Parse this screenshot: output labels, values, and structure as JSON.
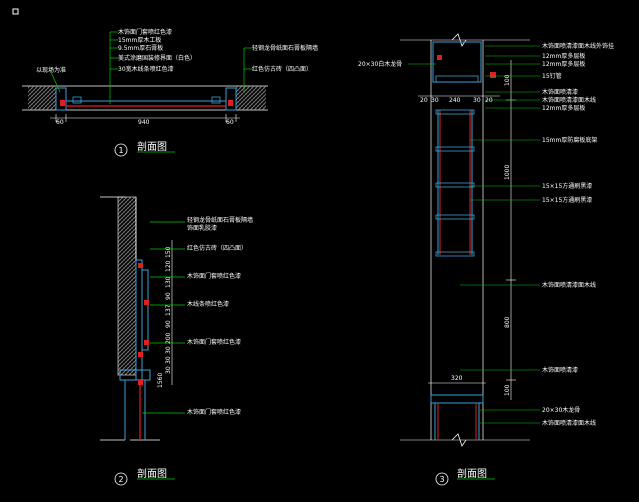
{
  "colors": {
    "background": "#000000",
    "wall": "#ffffff",
    "leader": "#00cc00",
    "metal": "#3aa0d8",
    "accent": "#e02020",
    "hatch": "#aaaaaa"
  },
  "section1": {
    "number": "1",
    "title": "剖面图",
    "labels": [
      "木饰面门套喷红色漆",
      "15mm厚木工板",
      "9.5mm厚石膏板",
      "美式涂磨国装修界面（白色）",
      "30宽木线条喷红色漆",
      "轻钢龙骨纸面石膏板隔墙",
      "红色仿古砖（四凸面）"
    ],
    "left_tag": "以现场为准",
    "dims": [
      "60",
      "940",
      "60"
    ]
  },
  "section2": {
    "number": "2",
    "title": "剖面图",
    "labels": [
      "轻钢龙骨纸面石膏板隔墙",
      "饰面乳胶漆",
      "红色仿古砖（四凸面）",
      "木饰面门套喷红色漆",
      "木线条喷红色漆",
      "木饰面门套喷红色漆",
      "木饰面门套喷红色漆"
    ],
    "dims": [
      "150",
      "120",
      "130",
      "90",
      "137",
      "90",
      "200",
      "30",
      "30",
      "30",
      "1560"
    ]
  },
  "section3": {
    "number": "3",
    "title": "剖面图",
    "left_label": "20×30白木龙骨",
    "labels": [
      "木饰面喷清漆面木线外饰挂",
      "12mm厚多层板",
      "12mm厚多层板",
      "15钉管",
      "木饰面喷清漆",
      "木饰面喷清漆面木线",
      "12mm厚多层板",
      "15mm厚防腐板底架",
      "15×15方通刷黑漆",
      "15×15方通刷黑漆",
      "木饰面喷清漆面木线",
      "木饰面喷清漆",
      "20×30木龙骨",
      "木饰面喷清漆面木线"
    ],
    "top_dims": [
      "20",
      "30",
      "240",
      "30",
      "20"
    ],
    "bottom_dim": "320",
    "vdims": [
      "100",
      "1000",
      "800",
      "100"
    ]
  }
}
